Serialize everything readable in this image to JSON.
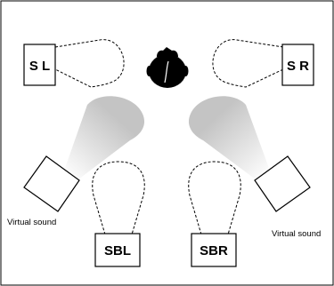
{
  "speakers": {
    "surround_left": "S L",
    "surround_right": "S R",
    "surround_back_left": "SBL",
    "surround_back_right": "SBR"
  },
  "virtual_sources": {
    "left_label": "Virtual sound",
    "right_label": "Virtual sound"
  },
  "colors": {
    "frame": "#000000",
    "beam_start": "#bfbfbf",
    "beam_end": "#ffffff",
    "head": "#000000"
  }
}
